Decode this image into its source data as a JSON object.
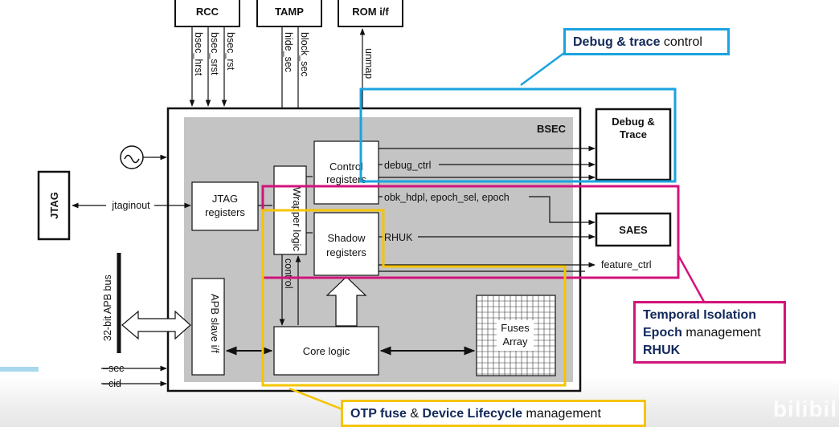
{
  "top_blocks": {
    "rcc": "RCC",
    "tamp": "TAMP",
    "rom": "ROM i/f"
  },
  "signals": {
    "bsec_hrst": "bsec_hrst",
    "bsec_srst": "bsec_srst",
    "bsec_rst": "bsec_rst",
    "hide_sec": "hide_sec",
    "block_sec": "block_sec",
    "unmap": "unmap",
    "jtaginout": "jtaginout",
    "debug_ctrl": "debug_ctrl",
    "obk": "obk_hdpl, epoch_sel, epoch",
    "rhuk": "RHUK",
    "feature_ctrl": "feature_ctrl",
    "control": "control",
    "sec": "sec",
    "cid": "cid",
    "apb_bus": "32-bit APB bus"
  },
  "blocks": {
    "bsec": "BSEC",
    "jtag_ext": "JTAG",
    "jtag_reg": [
      "JTAG",
      "registers"
    ],
    "wrapper": "Wrapper logic",
    "control_reg": [
      "Control",
      "registers"
    ],
    "shadow_reg": [
      "Shadow",
      "registers"
    ],
    "apb_slave": "APB slave i/f",
    "core_logic": "Core logic",
    "fuses": [
      "Fuses",
      "Array"
    ],
    "debug_trace": [
      "Debug &",
      "Trace"
    ],
    "saes": "SAES"
  },
  "callouts": {
    "debug": {
      "bold": "Debug & trace",
      "normal": " control"
    },
    "temporal": {
      "line1": "Temporal Isolation",
      "line2_bold": "Epoch",
      "line2_normal": " management",
      "line3": "RHUK"
    },
    "otp": {
      "bold1": "OTP fuse",
      "mid": " & ",
      "bold2": "Device Lifecycle",
      "normal": " management"
    }
  },
  "colors": {
    "blue": "#1aa3e0",
    "magenta": "#d2137a",
    "yellow": "#f5c400",
    "bsec_fill": "#c4c4c4",
    "navy": "#12285a"
  },
  "watermark": "bilibili"
}
